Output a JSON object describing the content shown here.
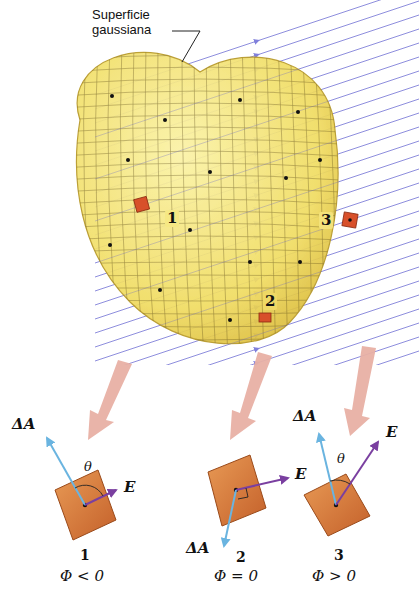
{
  "diagram": {
    "labels": [
      "Superficie gaussiana",
      "1",
      "3",
      "2",
      "ΔA",
      "θ",
      "E",
      "ΔA",
      "E",
      "ΔA",
      "θ",
      "E",
      "1",
      "2",
      "3",
      "Φ < 0",
      "Φ = 0",
      "Φ > 0"
    ]
  }
}
